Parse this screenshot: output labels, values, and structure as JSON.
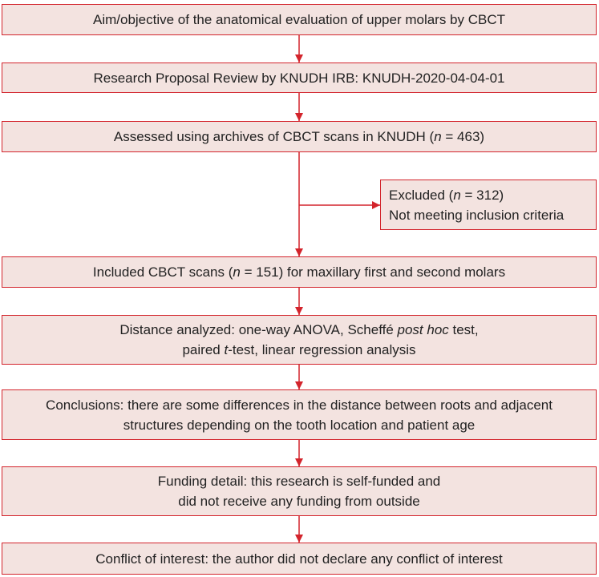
{
  "colors": {
    "border": "#d3242c",
    "fill": "#f3e3e0",
    "text": "#222222"
  },
  "steps": [
    {
      "id": "aim",
      "lines": [
        [
          {
            "t": "Aim/objective of the anatomical evaluation of upper molars by CBCT"
          }
        ]
      ]
    },
    {
      "id": "proposal",
      "lines": [
        [
          {
            "t": "Research Proposal Review by KNUDH IRB: KNUDH-2020-04-04-01"
          }
        ]
      ]
    },
    {
      "id": "assessed",
      "lines": [
        [
          {
            "t": "Assessed using archives of CBCT scans in KNUDH ("
          },
          {
            "t": "n",
            "i": true
          },
          {
            "t": " = 463)"
          }
        ]
      ]
    },
    {
      "id": "excluded",
      "lines": [
        [
          {
            "t": "Excluded ("
          },
          {
            "t": "n",
            "i": true
          },
          {
            "t": " = 312)"
          }
        ],
        [
          {
            "t": "Not meeting inclusion criteria"
          }
        ]
      ]
    },
    {
      "id": "included",
      "lines": [
        [
          {
            "t": "Included CBCT scans ("
          },
          {
            "t": "n",
            "i": true
          },
          {
            "t": " = 151) for maxillary first and second molars"
          }
        ]
      ]
    },
    {
      "id": "analysis",
      "lines": [
        [
          {
            "t": "Distance analyzed: one-way ANOVA, Scheffé "
          },
          {
            "t": "post hoc",
            "i": true
          },
          {
            "t": " test,"
          }
        ],
        [
          {
            "t": "paired "
          },
          {
            "t": "t",
            "i": true
          },
          {
            "t": "-test, linear regression analysis"
          }
        ]
      ]
    },
    {
      "id": "conclusions",
      "lines": [
        [
          {
            "t": "Conclusions: there are some differences in the distance between roots and adjacent"
          }
        ],
        [
          {
            "t": "structures depending on the tooth location and patient age"
          }
        ]
      ]
    },
    {
      "id": "funding",
      "lines": [
        [
          {
            "t": "Funding detail: this research is self-funded and"
          }
        ],
        [
          {
            "t": "did not receive any funding from outside"
          }
        ]
      ]
    },
    {
      "id": "conflict",
      "lines": [
        [
          {
            "t": "Conflict of interest: the author did not declare any conflict of interest"
          }
        ]
      ]
    }
  ]
}
